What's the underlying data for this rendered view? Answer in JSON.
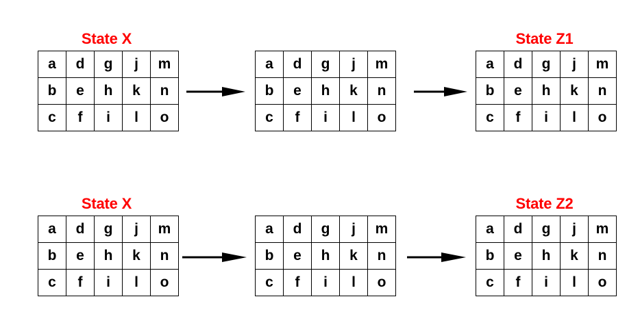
{
  "figure": {
    "accent_color": "#ff0000",
    "line_color": "#000000",
    "background": "#ffffff"
  },
  "grid_letters": {
    "rows": [
      [
        "a",
        "d",
        "g",
        "j",
        "m"
      ],
      [
        "b",
        "e",
        "h",
        "k",
        "n"
      ],
      [
        "c",
        "f",
        "i",
        "l",
        "o"
      ]
    ]
  },
  "rows": [
    {
      "name": "top-sequence",
      "states": [
        {
          "title": "State X",
          "has_title": true
        },
        {
          "title": "",
          "has_title": false
        },
        {
          "title": "State Z1",
          "has_title": true
        }
      ],
      "arrows": [
        {
          "name": "arrow-1"
        },
        {
          "name": "arrow-2"
        }
      ]
    },
    {
      "name": "bottom-sequence",
      "states": [
        {
          "title": "State X",
          "has_title": true
        },
        {
          "title": "",
          "has_title": false
        },
        {
          "title": "State Z2",
          "has_title": true
        }
      ],
      "arrows": [
        {
          "name": "arrow-3"
        },
        {
          "name": "arrow-4"
        }
      ]
    }
  ]
}
